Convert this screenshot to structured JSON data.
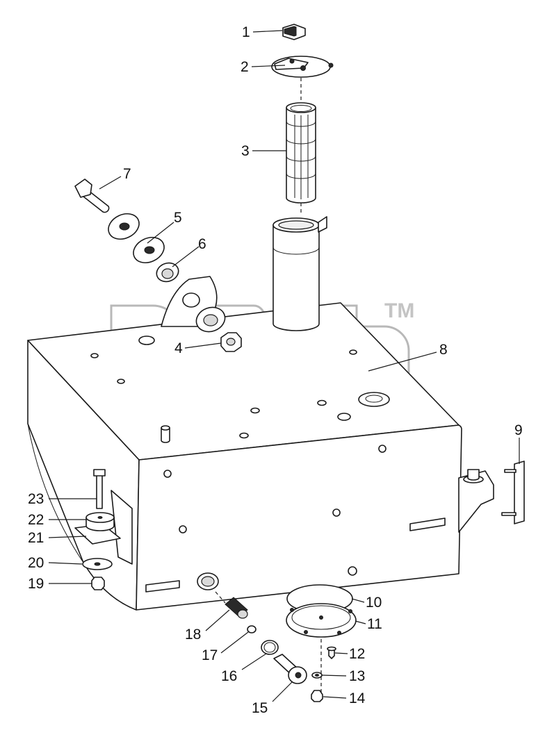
{
  "callouts": [
    "1",
    "2",
    "3",
    "4",
    "5",
    "6",
    "7",
    "8",
    "9",
    "10",
    "11",
    "12",
    "13",
    "14",
    "15",
    "16",
    "17",
    "18",
    "19",
    "20",
    "21",
    "22",
    "23"
  ],
  "watermark": {
    "tm": "TM"
  },
  "colors": {
    "line": "#1a1a1a",
    "background": "#ffffff",
    "watermark": "#b8b8b8"
  }
}
